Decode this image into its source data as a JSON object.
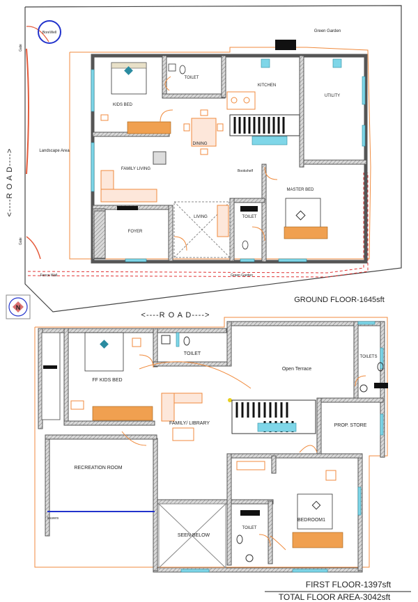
{
  "ground_floor": {
    "title": "GROUND FLOOR-1645sft",
    "road_top": "<----R O A D---->",
    "road_left": "<----R O A D---->",
    "rooms": {
      "kids_bed": "KIDS BED",
      "toilet": "TOILET",
      "kitchen": "KITCHEN",
      "utility": "UTILITY",
      "dining": "DINING",
      "family_living": "FAMILY LIVING",
      "landscape": "Landscape Area",
      "master_bed": "MASTER BED",
      "bookshelf": "Bookshelf",
      "toilet2": "TOILET",
      "foyer": "FOYER",
      "living": "LIVING",
      "green_garden_top": "Green Garden",
      "green_garden_bottom": "Green Garden",
      "borewell": "BoreWell",
      "gate_top": "Gate",
      "gate_bottom": "Gate",
      "fence_wall": "Fence Wall"
    }
  },
  "first_floor": {
    "title": "FIRST FLOOR-1397sft",
    "total": "TOTAL FLOOR AREA-3042sft",
    "rooms": {
      "ff_kids_bed": "FF KIDS BED",
      "toilet": "TOILET",
      "open_terrace": "Open Terrace",
      "toilets": "TOILETS",
      "family_library": "FAMILY/ LIBRARY",
      "prop_store": "PROP. STORE",
      "recreation": "RECREATION ROOM",
      "louvers": "louvers",
      "seen_below": "SEEN BELOW",
      "toilet2": "TOILET",
      "bedroom1": "BEDROOM1"
    }
  },
  "compass": {
    "label": "N"
  }
}
